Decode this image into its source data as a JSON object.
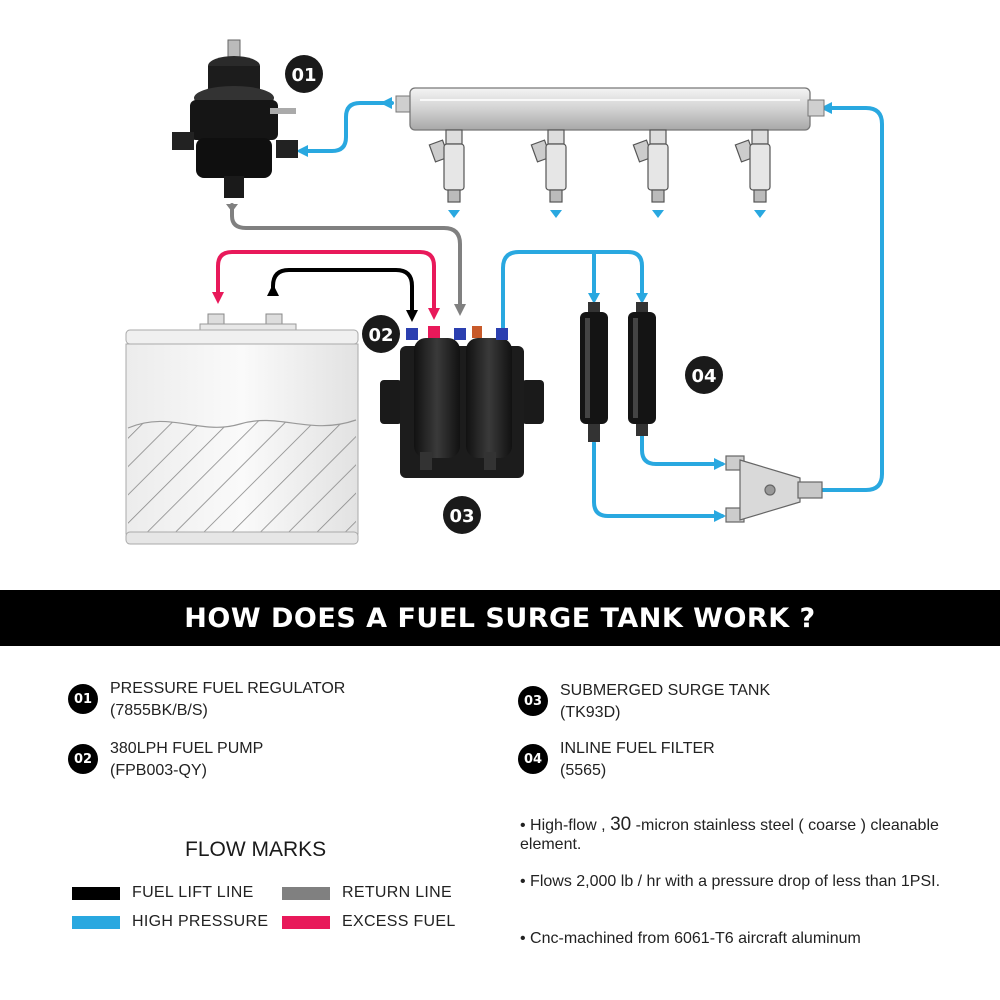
{
  "diagram": {
    "markers": [
      "01",
      "02",
      "03",
      "04"
    ]
  },
  "title": "HOW DOES A FUEL SURGE TANK WORK ?",
  "components": [
    {
      "num": "01",
      "name": "PRESSURE FUEL REGULATOR",
      "model": "(7855BK/B/S)"
    },
    {
      "num": "02",
      "name": "380LPH FUEL PUMP",
      "model": "(FPB003-QY)"
    },
    {
      "num": "03",
      "name": "SUBMERGED SURGE TANK",
      "model": "(TK93D)"
    },
    {
      "num": "04",
      "name": "INLINE FUEL FILTER",
      "model": "(5565)"
    }
  ],
  "flow_marks": {
    "title": "FLOW MARKS",
    "items": [
      {
        "label": "FUEL LIFT LINE",
        "color": "#000000"
      },
      {
        "label": "RETURN LINE",
        "color": "#808080"
      },
      {
        "label": "HIGH PRESSURE",
        "color": "#29a8e0"
      },
      {
        "label": "EXCESS FUEL",
        "color": "#e8195a"
      }
    ]
  },
  "features": {
    "f1_a": "• High-flow , ",
    "f1_num": "30",
    "f1_b": " -micron stainless steel ( coarse ) cleanable element.",
    "f2": "• Flows 2,000 lb / hr with a pressure drop of less than 1PSI.",
    "f3": "• Cnc-machined from 6061-T6 aircraft aluminum"
  },
  "colors": {
    "high_pressure": "#29a8e0",
    "return_line": "#808080",
    "excess_fuel": "#e8195a",
    "lift_line": "#000000"
  }
}
